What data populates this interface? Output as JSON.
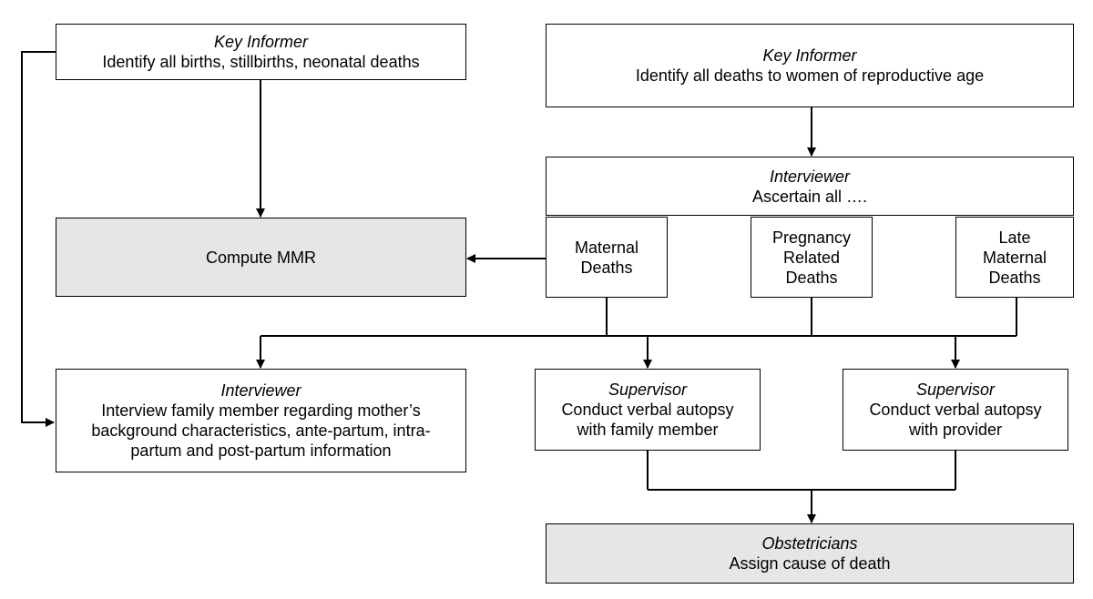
{
  "boxes": {
    "key_informer_births": {
      "role": "Key Informer",
      "text": "Identify all births, stillbirths, neonatal deaths"
    },
    "key_informer_deaths": {
      "role": "Key Informer",
      "text": "Identify all deaths to women of reproductive age"
    },
    "interviewer_ascertain": {
      "role": "Interviewer",
      "text": "Ascertain all …."
    },
    "maternal_deaths": {
      "text": "Maternal\nDeaths"
    },
    "pregnancy_related_deaths": {
      "text": "Pregnancy\nRelated\nDeaths"
    },
    "late_maternal_deaths": {
      "text": "Late\nMaternal\nDeaths"
    },
    "compute_mmr": {
      "text": "Compute MMR"
    },
    "interviewer_family": {
      "role": "Interviewer",
      "text": "Interview family member regarding mother’s\nbackground characteristics, ante-partum, intra-\npartum and post-partum information"
    },
    "supervisor_family": {
      "role": "Supervisor",
      "text": "Conduct verbal autopsy\nwith family member"
    },
    "supervisor_provider": {
      "role": "Supervisor",
      "text": "Conduct verbal autopsy\nwith provider"
    },
    "obstetricians": {
      "role": "Obstetricians",
      "text": "Assign cause of death"
    }
  },
  "colors": {
    "line": "#000000",
    "shaded_fill": "#e6e6e6",
    "box_fill": "#ffffff"
  }
}
